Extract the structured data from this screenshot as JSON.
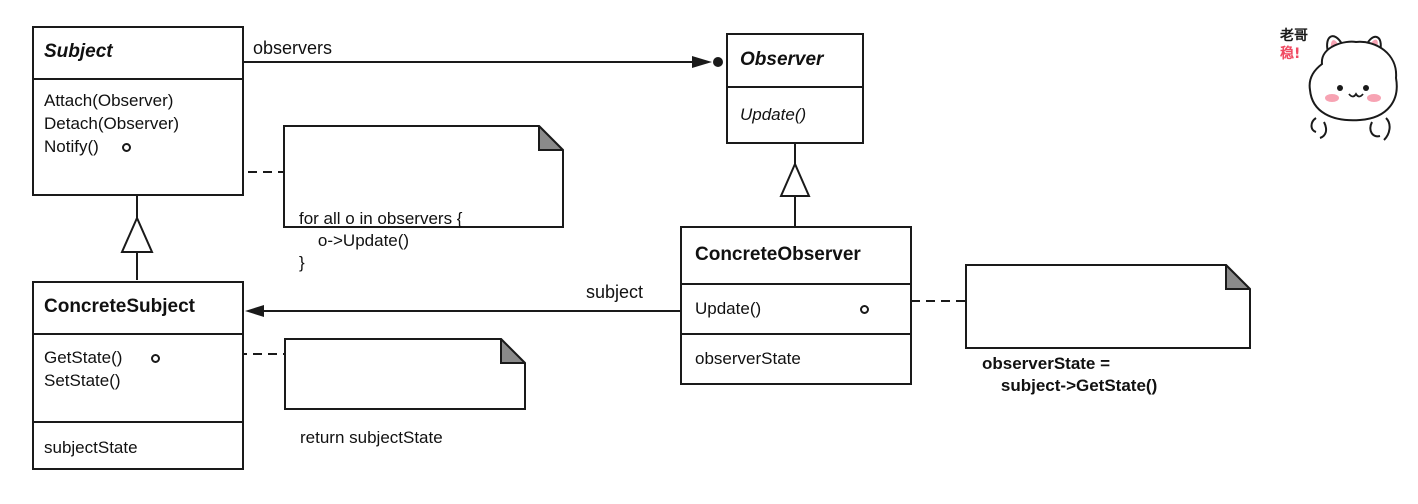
{
  "classes": {
    "subject": {
      "name": "Subject",
      "operations": [
        "Attach(Observer)",
        "Detach(Observer)",
        "Notify()"
      ]
    },
    "observer": {
      "name": "Observer",
      "operations": [
        "Update()"
      ]
    },
    "concrete_subject": {
      "name": "ConcreteSubject",
      "operations": [
        "GetState()",
        "SetState()"
      ],
      "attributes": [
        "subjectState"
      ]
    },
    "concrete_observer": {
      "name": "ConcreteObserver",
      "operations": [
        "Update()"
      ],
      "attributes": [
        "observerState"
      ]
    }
  },
  "associations": {
    "observers": "observers",
    "subject": "subject"
  },
  "notes": {
    "notify": "for all o in observers {\n    o->Update()\n}",
    "get_state": "return subjectState",
    "update": "observerState =\n    subject->GetState()"
  },
  "mascot": {
    "caption_line1": "老哥",
    "caption_line2": "稳!",
    "icon": "bunny-sticker-icon"
  }
}
